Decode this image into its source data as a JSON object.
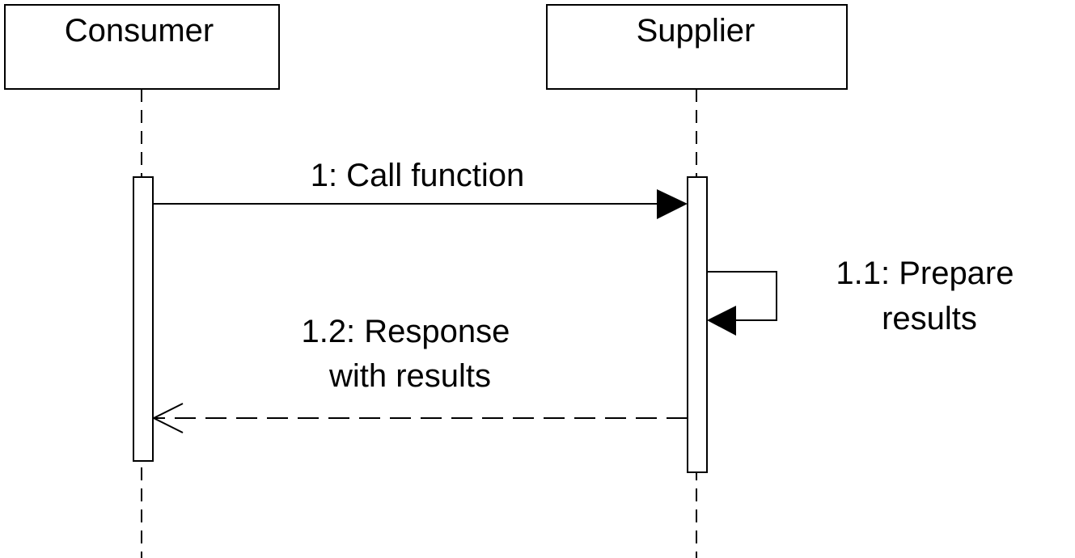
{
  "participants": [
    {
      "name": "Consumer"
    },
    {
      "name": "Supplier"
    }
  ],
  "messages": [
    {
      "label": "1: Call function",
      "from": "Consumer",
      "to": "Supplier",
      "kind": "synchronous"
    },
    {
      "label_lines": [
        "1.1: Prepare",
        "results"
      ],
      "from": "Supplier",
      "to": "Supplier",
      "kind": "self-call"
    },
    {
      "label_lines": [
        "1.2: Response",
        "with results"
      ],
      "from": "Supplier",
      "to": "Consumer",
      "kind": "reply"
    }
  ],
  "colors": {
    "stroke": "#000000",
    "background": "#ffffff"
  }
}
